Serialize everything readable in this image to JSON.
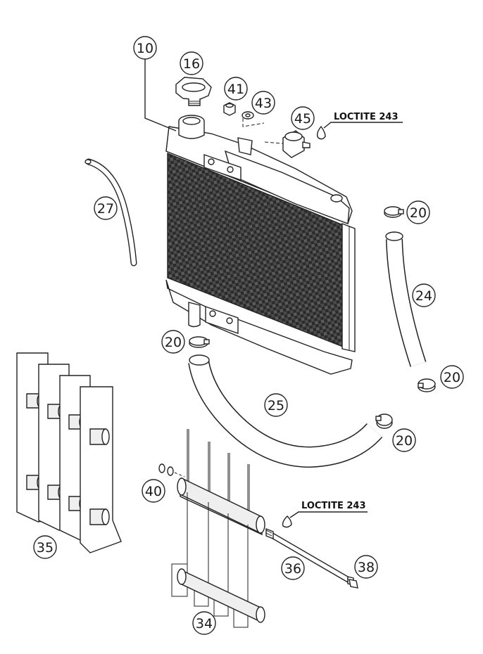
{
  "callouts": {
    "c10": "10",
    "c16": "16",
    "c41": "41",
    "c43": "43",
    "c45": "45",
    "c27": "27",
    "c20a": "20",
    "c24": "24",
    "c20b": "20",
    "c20c": "20",
    "c25": "25",
    "c20d": "20",
    "c35": "35",
    "c40": "40",
    "c36": "36",
    "c38": "38",
    "c34": "34"
  },
  "notes": {
    "loctite_top": "LOCTITE 243",
    "loctite_bottom": "LOCTITE 243"
  }
}
